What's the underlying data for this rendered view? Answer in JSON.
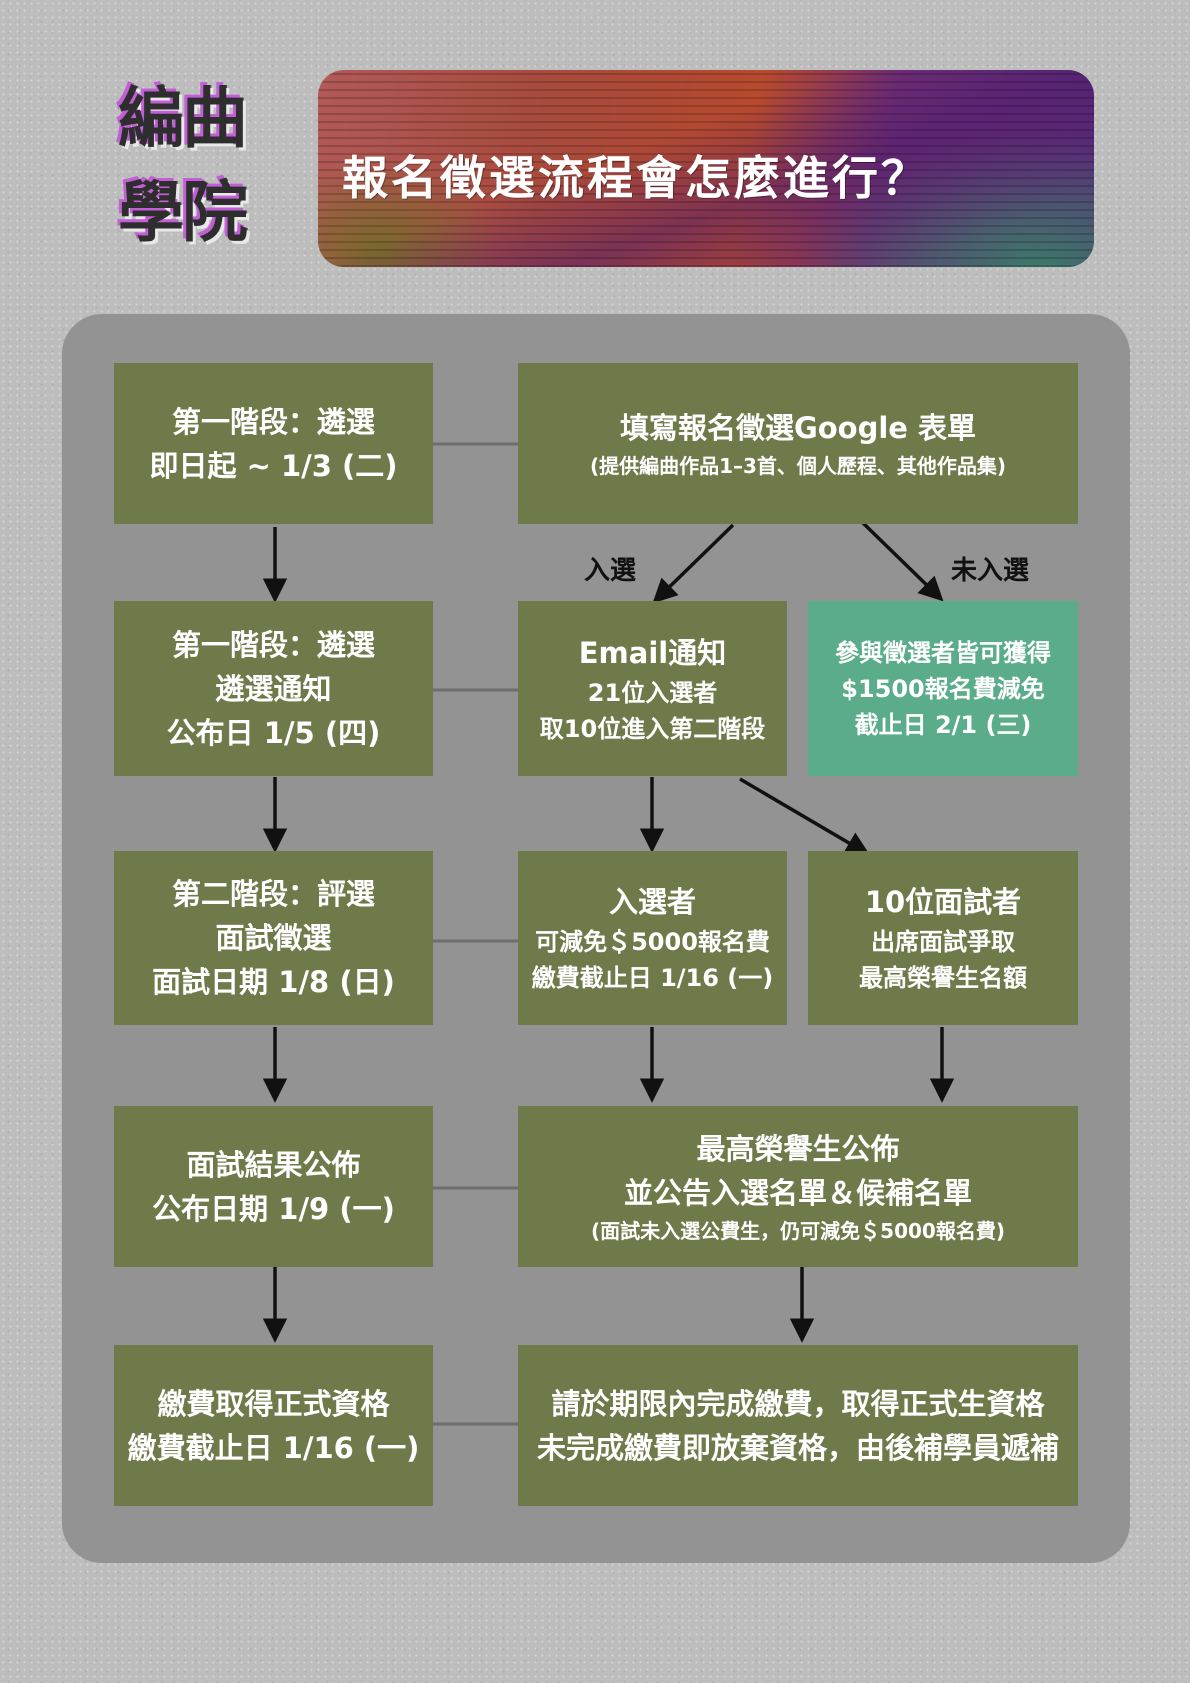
{
  "logo": {
    "line1": "編曲",
    "line2": "學院"
  },
  "banner": {
    "title": "報名徵選流程會怎麼進行？"
  },
  "labels": {
    "selected": "入選",
    "not_selected": "未入選"
  },
  "left": [
    {
      "line1": "第一階段：遴選",
      "line2": "即日起 ~ 1/3 (二)"
    },
    {
      "line1": "第一階段：遴選",
      "line2": "遴選通知",
      "line3": "公布日 1/5 (四)"
    },
    {
      "line1": "第二階段：評選",
      "line2": "面試徵選",
      "line3": "面試日期 1/8 (日)"
    },
    {
      "line1": "面試結果公佈",
      "line2": "公布日期 1/9 (一)"
    },
    {
      "line1": "繳費取得正式資格",
      "line2": "繳費截止日 1/16 (一)"
    }
  ],
  "right": {
    "form": {
      "line1": "填寫報名徵選Google 表單",
      "line2": "(提供編曲作品1–3首、個人歷程、其他作品集)"
    },
    "email": {
      "line1": "Email通知",
      "line2": "21位入選者",
      "line3": "取10位進入第二階段"
    },
    "discount": {
      "line1": "參與徵選者皆可獲得",
      "line2": "$1500報名費減免",
      "line3": "截止日 2/1 (三)"
    },
    "selected": {
      "line1": "入選者",
      "line2": "可減免＄5000報名費",
      "line3": "繳費截止日 1/16 (一)"
    },
    "interviewees": {
      "line1": "10位面試者",
      "line2": "出席面試爭取",
      "line3": "最高榮譽生名額"
    },
    "announce": {
      "line1": "最高榮譽生公佈",
      "line2": "並公告入選名單＆候補名單",
      "line3": "(面試未入選公費生，仍可減免＄5000報名費)"
    },
    "payment": {
      "line1": "請於期限內完成繳費，取得正式生資格",
      "line2": "未完成繳費即放棄資格，由後補學員遞補"
    }
  },
  "colors": {
    "box": "#6f7a4a",
    "teal": "#5aac8a",
    "panel": "#939393",
    "background": "#bdbdbd"
  }
}
